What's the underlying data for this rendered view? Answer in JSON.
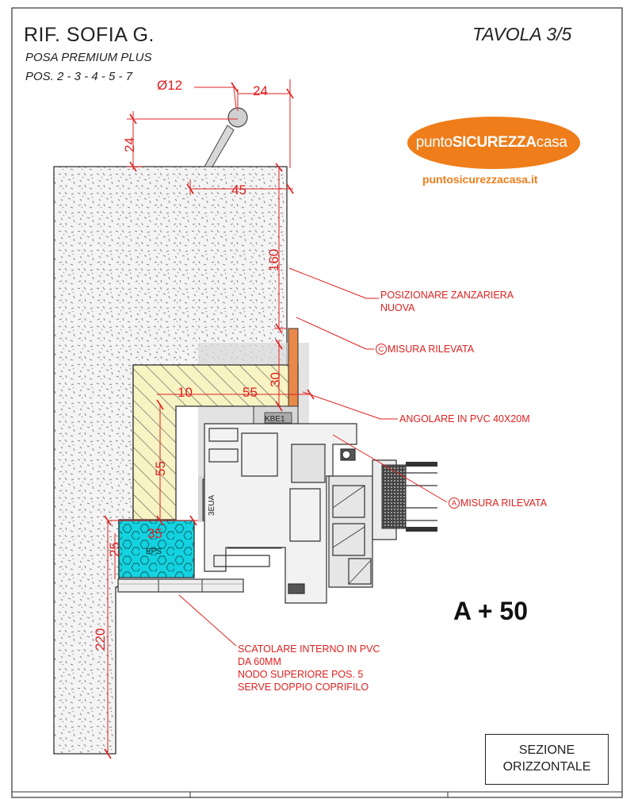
{
  "header": {
    "title": "RIF. SOFIA G.",
    "subtitle_1": "POSA PREMIUM PLUS",
    "subtitle_2": "POS. 2 - 3 - 4 - 5 - 7",
    "sheet": "TAVOLA 3/5"
  },
  "logo": {
    "part_1": "punto",
    "part_2": "SICUREZZA",
    "part_3": "casa",
    "registered": "®",
    "website": "puntosicurezzacasa.it"
  },
  "dimensions": {
    "d_phi12": "Ø12",
    "d_24_top": "24",
    "d_24_side": "24",
    "d_45": "45",
    "d_160": "160",
    "d_30": "30",
    "d_10": "10",
    "d_55_h": "55",
    "d_55_v": "55",
    "d_35": "35",
    "d_25": "25",
    "d_220": "220"
  },
  "parts": {
    "eps": "EPS",
    "kbe": "KBE1",
    "sfuma": "3EUA"
  },
  "annotations": {
    "zanzariera_line1": "POSIZIONARE ZANZARIERA",
    "zanzariera_line2": "NUOVA",
    "misura_c_marker": "C",
    "misura_c": "MISURA RILEVATA",
    "angolare": "ANGOLARE IN PVC 40X20M",
    "misura_a_marker": "A",
    "misura_a": "MISURA RILEVATA",
    "scatolare_line1": "SCATOLARE INTERNO IN PVC",
    "scatolare_line2": "DA 60MM",
    "scatolare_line3": "NODO SUPERIORE POS. 5",
    "scatolare_line4": "SERVE DOPPIO COPRIFILO"
  },
  "formula": "A + 50",
  "section_label_line1": "SEZIONE",
  "section_label_line2": "ORIZZONTALE",
  "colors": {
    "dimension_red": "#e02020",
    "logo_orange": "#ee7d1a",
    "eps_cyan": "#14d3e0",
    "frame_yellow": "#f7f3c3",
    "trim_orange": "#e8894a",
    "profile_gray": "#d8d8d8"
  }
}
